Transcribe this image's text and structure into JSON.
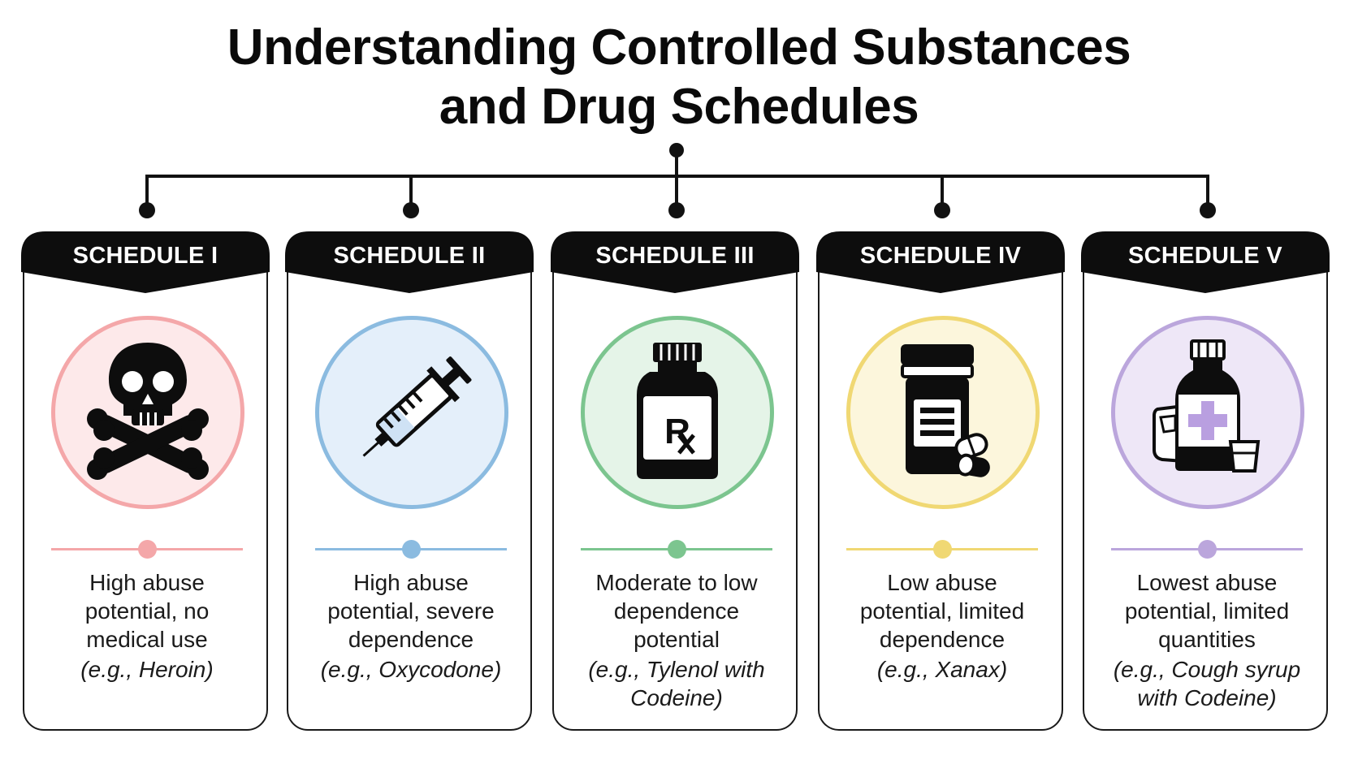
{
  "title": {
    "line1": "Understanding Controlled Substances",
    "line2": "and Drug Schedules"
  },
  "schedules": [
    {
      "label": "SCHEDULE I",
      "icon": "skull-crossbones-icon",
      "color": "#f4a7a9",
      "tint": "#fde9ea",
      "desc": [
        "High abuse",
        "potential, no",
        "medical use"
      ],
      "example": [
        "(e.g., Heroin)"
      ]
    },
    {
      "label": "SCHEDULE II",
      "icon": "syringe-icon",
      "color": "#8bbbe0",
      "tint": "#e4effa",
      "desc": [
        "High abuse",
        "potential, severe",
        "dependence"
      ],
      "example": [
        "(e.g., Oxycodone)"
      ]
    },
    {
      "label": "SCHEDULE III",
      "icon": "prescription-bottle-icon",
      "color": "#7cc58f",
      "tint": "#e5f4e8",
      "desc": [
        "Moderate to low",
        "dependence",
        "potential"
      ],
      "example": [
        "(e.g., Tylenol with",
        "Codeine)"
      ]
    },
    {
      "label": "SCHEDULE IV",
      "icon": "pill-bottle-icon",
      "color": "#f0d873",
      "tint": "#fcf6dc",
      "desc": [
        "Low abuse",
        "potential, limited",
        "dependence"
      ],
      "example": [
        "(e.g., Xanax)"
      ]
    },
    {
      "label": "SCHEDULE V",
      "icon": "cough-syrup-icon",
      "color": "#bba6dc",
      "tint": "#eee7f7",
      "desc": [
        "Lowest abuse",
        "potential, limited",
        "quantities"
      ],
      "example": [
        "(e.g., Cough syrup",
        "with Codeine)"
      ]
    }
  ]
}
